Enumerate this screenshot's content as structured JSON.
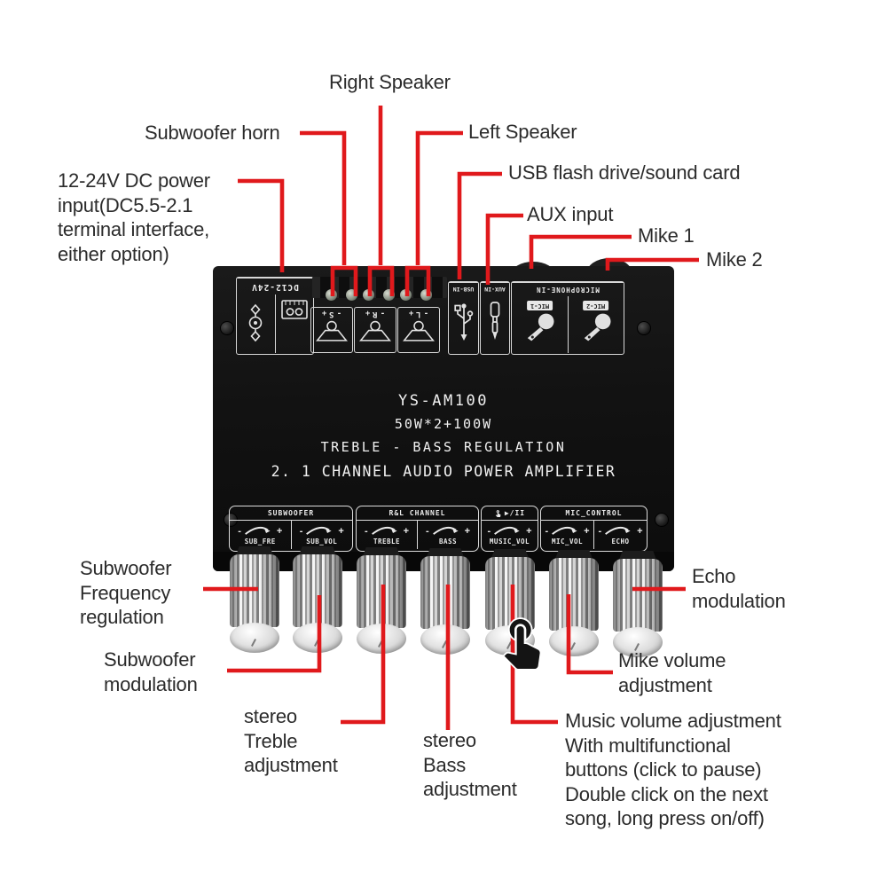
{
  "colors": {
    "callout_line": "#e0191c",
    "callout_text": "#2b2b2b",
    "device_body": "#121212",
    "device_print": "#ececec",
    "knob_chrome": "#d4d4d4"
  },
  "callouts": {
    "right_speaker": {
      "label": "Right Speaker"
    },
    "subwoofer_horn": {
      "label": "Subwoofer horn"
    },
    "left_speaker": {
      "label": "Left Speaker"
    },
    "usb": {
      "label": "USB flash drive/sound card"
    },
    "aux": {
      "label": "AUX input"
    },
    "mike1": {
      "label": "Mike 1"
    },
    "mike2": {
      "label": "Mike 2"
    },
    "power": {
      "lines": [
        "12-24V DC power",
        "input(DC5.5-2.1",
        "terminal interface,",
        "either option)"
      ]
    },
    "sub_freq": {
      "lines": [
        "Subwoofer",
        "Frequency",
        "regulation"
      ]
    },
    "sub_mod": {
      "lines": [
        "Subwoofer",
        "modulation"
      ]
    },
    "treble": {
      "lines": [
        "stereo",
        "Treble",
        "adjustment"
      ]
    },
    "bass": {
      "lines": [
        "stereo",
        "Bass",
        "adjustment"
      ]
    },
    "music": {
      "lines": [
        "Music volume adjustment",
        "With multifunctional",
        "buttons (click to pause)",
        "Double click on the next",
        "song, long press on/off)"
      ]
    },
    "mic_vol": {
      "lines": [
        "Mike volume",
        "adjustment"
      ]
    },
    "echo": {
      "lines": [
        "Echo",
        "modulation"
      ]
    }
  },
  "device": {
    "front_text": {
      "model": "YS-AM100",
      "power": "50W*2+100W",
      "line3": "TREBLE - BASS REGULATION",
      "line4": "2. 1 CHANNEL AUDIO POWER AMPLIFIER"
    },
    "top_panel": {
      "plus": "+",
      "minus": "-",
      "dc": {
        "label": "DC12-24V"
      },
      "speaker_terminals": [
        {
          "label": "+S-",
          "letter": "S"
        },
        {
          "label": "+R-",
          "letter": "R"
        },
        {
          "label": "+L-",
          "letter": "L"
        }
      ],
      "usb": {
        "label": "USB-IN"
      },
      "aux": {
        "label": "AUX-IN"
      },
      "mic": {
        "header": "MICROPHONE-IN",
        "badge1": "MIC-1",
        "badge2": "MIC-2"
      }
    },
    "bottom_panel": {
      "plus": "+",
      "minus": "-",
      "s1": {
        "header": "SUBWOOFER",
        "k1": "SUB_FRE",
        "k2": "SUB_VOL"
      },
      "s2": {
        "header": "R&L CHANNEL",
        "k1": "TREBLE",
        "k2": "BASS"
      },
      "s3": {
        "header_text": "▶/II",
        "k1": "MUSIC_VOL"
      },
      "s4": {
        "header": "MIC_CONTROL",
        "k1": "MIC_VOL",
        "k2": "ECHO"
      }
    }
  }
}
